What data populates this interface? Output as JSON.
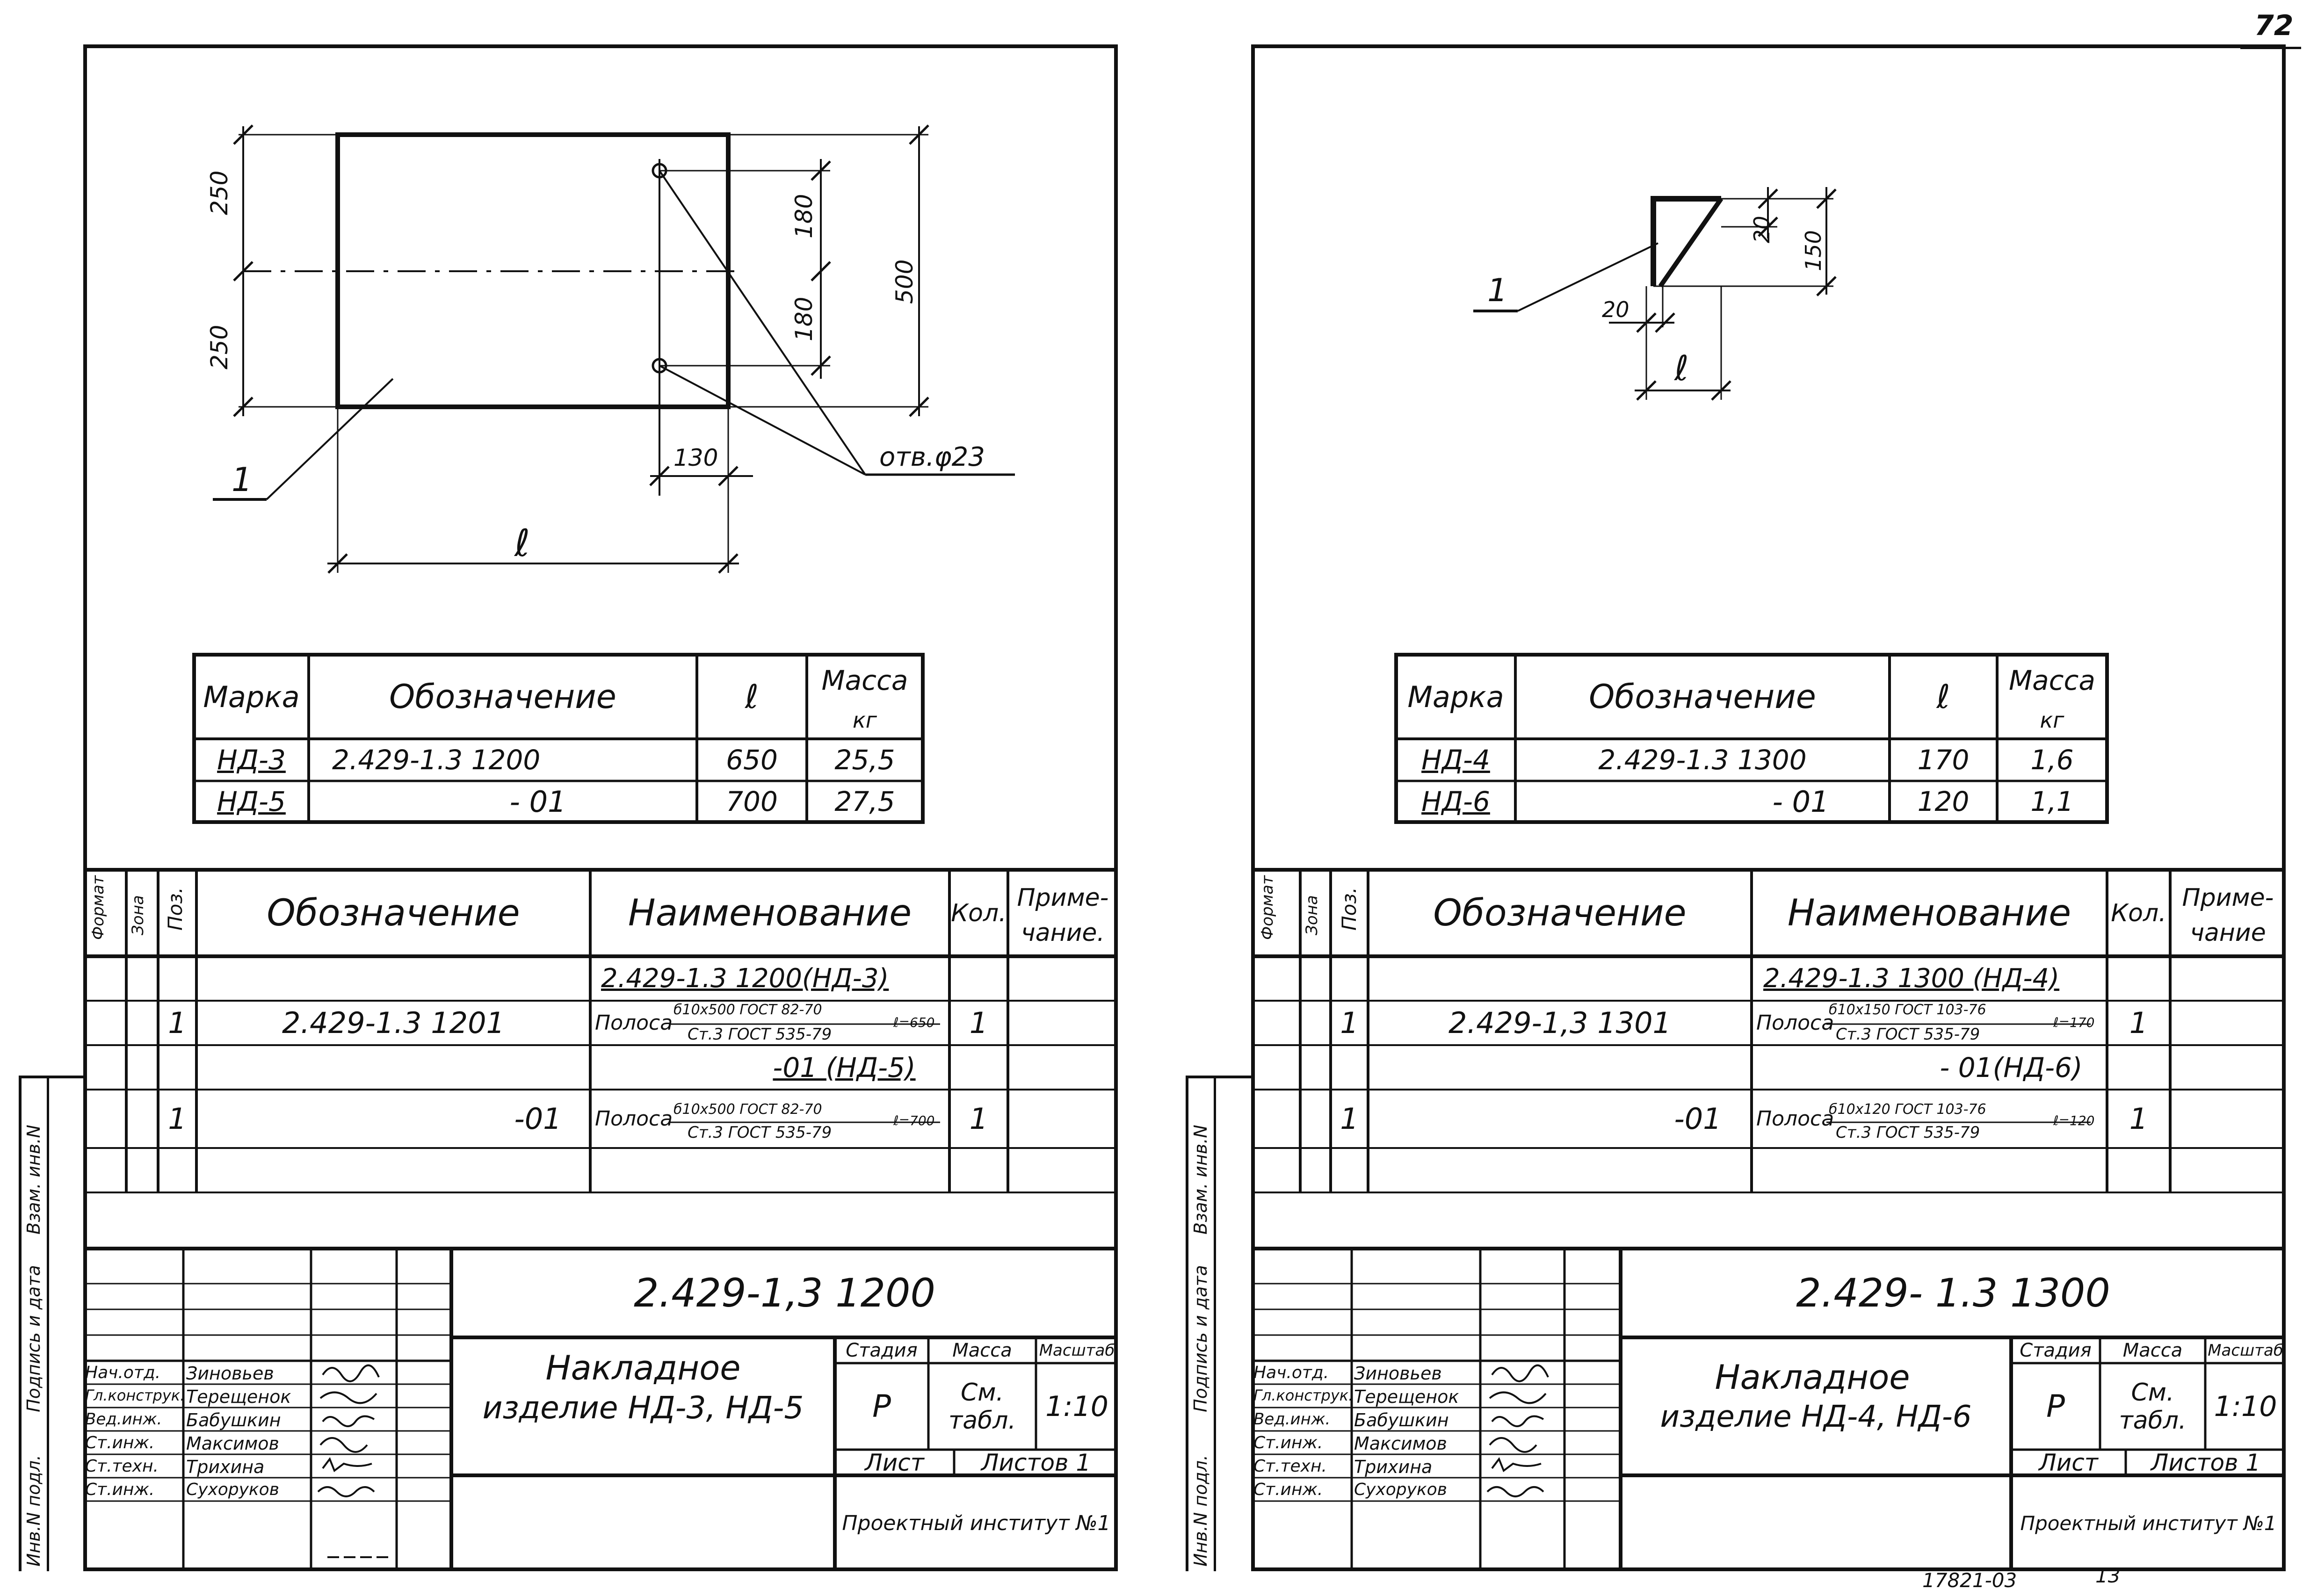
{
  "page_number": "72",
  "footer_code": "17821-03",
  "footer_num": "13",
  "left_margin_labels": [
    "Инв.N подл.",
    "Подпись и дата",
    "Взам. инв.N"
  ],
  "sheets": [
    {
      "drawing": {
        "dims": [
          "250",
          "250",
          "180",
          "180",
          "500",
          "130",
          "ℓ"
        ],
        "callout_pos": "1",
        "hole_label": "отв.φ23"
      },
      "mass_table": {
        "headers": [
          "Марка",
          "Обозначение",
          "ℓ",
          "Масса",
          "кг"
        ],
        "rows": [
          [
            "НД-3",
            "2.429-1.3 1200",
            "650",
            "25,5"
          ],
          [
            "НД-5",
            "- 01",
            "700",
            "27,5"
          ]
        ]
      },
      "spec": {
        "headers": [
          "Формат",
          "Зона",
          "Поз.",
          "Обозначение",
          "Наименование",
          "Кол.",
          "Приме-",
          "чание."
        ],
        "rows": [
          {
            "pos": "",
            "des": "",
            "name": "2.429-1.3 1200(НД-3)",
            "qty": ""
          },
          {
            "pos": "1",
            "des": "2.429-1.3 1201",
            "name": "Полоса",
            "frac_top": "б10х500 ГОСТ 82-70",
            "frac_bot": "Ст.3 ГОСТ 535-79",
            "len": "ℓ=650",
            "qty": "1"
          },
          {
            "pos": "",
            "des": "",
            "name": "-01 (НД-5)",
            "qty": ""
          },
          {
            "pos": "1",
            "des": "-01",
            "name": "Полоса",
            "frac_top": "б10х500 ГОСТ 82-70",
            "frac_bot": "Ст.3 ГОСТ 535-79",
            "len": "ℓ=700",
            "qty": "1"
          }
        ]
      },
      "title_block": {
        "code": "2.429-1,3 1200",
        "name_line1": "Накладное",
        "name_line2": "изделие НД-3, НД-5",
        "stage_label": "Стадия",
        "mass_label": "Масса",
        "scale_label": "Масштаб",
        "stage": "Р",
        "mass": "См. табл.",
        "scale": "1:10",
        "sheet_label": "Лист",
        "sheets_label": "Листов 1",
        "org": "Проектный институт №1",
        "roles": [
          "Нач.отд.",
          "Гл.конструк.",
          "Вед.инж.",
          "Ст.инж.",
          "Ст.техн.",
          "Ст.инж."
        ],
        "names": [
          "Зиновьев",
          "Терещенок",
          "Бабушкин",
          "Максимов",
          "Трихина",
          "Сухоруков"
        ]
      }
    },
    {
      "drawing": {
        "dims": [
          "20",
          "150",
          "20",
          "ℓ"
        ],
        "callout_pos": "1"
      },
      "mass_table": {
        "headers": [
          "Марка",
          "Обозначение",
          "ℓ",
          "Масса",
          "кг"
        ],
        "rows": [
          [
            "НД-4",
            "2.429-1.3 1300",
            "170",
            "1,6"
          ],
          [
            "НД-6",
            "- 01",
            "120",
            "1,1"
          ]
        ]
      },
      "spec": {
        "headers": [
          "Формат",
          "Зона",
          "Поз.",
          "Обозначение",
          "Наименование",
          "Кол.",
          "Приме-",
          "чание"
        ],
        "rows": [
          {
            "pos": "",
            "des": "",
            "name": "2.429-1.3 1300 (НД-4)",
            "qty": ""
          },
          {
            "pos": "1",
            "des": "2.429-1,3 1301",
            "name": "Полоса",
            "frac_top": "б10х150 ГОСТ 103-76",
            "frac_bot": "Ст.3 ГОСТ 535-79",
            "len": "ℓ=170",
            "qty": "1"
          },
          {
            "pos": "",
            "des": "",
            "name": "- 01(НД-6)",
            "qty": ""
          },
          {
            "pos": "1",
            "des": "-01",
            "name": "Полоса",
            "frac_top": "б10х120 ГОСТ 103-76",
            "frac_bot": "Ст.3 ГОСТ 535-79",
            "len": "ℓ=120",
            "qty": "1"
          }
        ]
      },
      "title_block": {
        "code": "2.429- 1.3 1300",
        "name_line1": "Накладное",
        "name_line2": "изделие НД-4, НД-6",
        "stage_label": "Стадия",
        "mass_label": "Масса",
        "scale_label": "Масштаб",
        "stage": "Р",
        "mass": "См. табл.",
        "scale": "1:10",
        "sheet_label": "Лист",
        "sheets_label": "Листов 1",
        "org": "Проектный институт №1",
        "roles": [
          "Нач.отд.",
          "Гл.конструк.",
          "Вед.инж.",
          "Ст.инж.",
          "Ст.техн.",
          "Ст.инж."
        ],
        "names": [
          "Зиновьев",
          "Терещенок",
          "Бабушкин",
          "Максимов",
          "Трихина",
          "Сухоруков"
        ]
      }
    }
  ]
}
